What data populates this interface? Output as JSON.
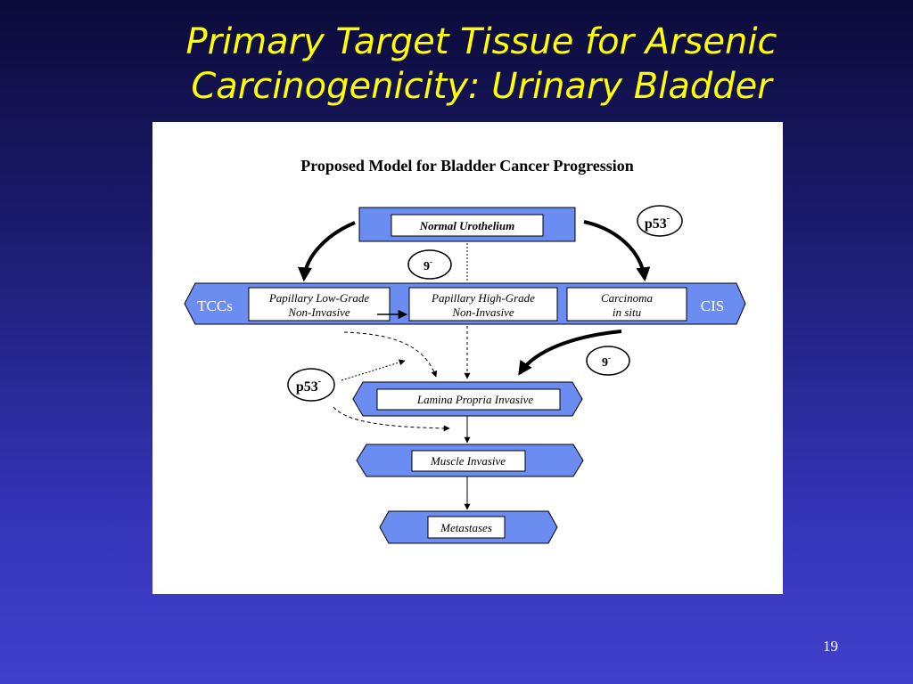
{
  "slide": {
    "title_line1": "Primary Target Tissue for Arsenic",
    "title_line2": "Carcinogenicity: Urinary Bladder",
    "page_number": "19"
  },
  "diagram": {
    "title": "Proposed Model for Bladder Cancer Progression",
    "nodes": {
      "normal_urothelium": "Normal Urothelium",
      "papillary_low_line1": "Papillary Low-Grade",
      "papillary_low_line2": "Non-Invasive",
      "papillary_high_line1": "Papillary High-Grade",
      "papillary_high_line2": "Non-Invasive",
      "carcinoma_line1": "Carcinoma",
      "carcinoma_line2": "in situ",
      "lamina_propria": "Lamina Propria Invasive",
      "muscle_invasive": "Muscle Invasive",
      "metastases": "Metastases"
    },
    "side_labels": {
      "left": "TCCs",
      "right": "CIS"
    },
    "markers": {
      "p53_top": {
        "base": "p53",
        "sup": "-"
      },
      "nine_top": {
        "base": "9",
        "sup": "-"
      },
      "nine_right": {
        "base": "9",
        "sup": "-"
      },
      "p53_left": {
        "base": "p53",
        "sup": "-"
      }
    },
    "colors": {
      "node_fill": "#6b8cf0",
      "label_fill": "#ffffff",
      "stroke": "#000000"
    }
  }
}
